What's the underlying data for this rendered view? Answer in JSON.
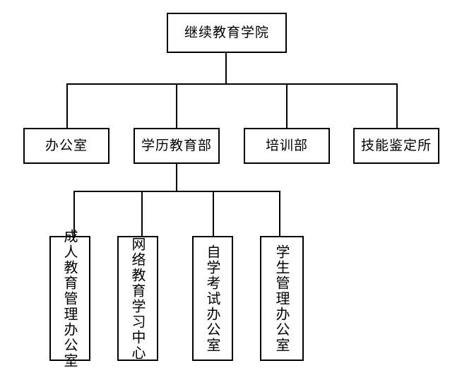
{
  "diagram": {
    "title": "继续教育学院组织机构图",
    "type": "organizational-chart",
    "orientation": "top-down",
    "line_color": "#000000",
    "box_fill": "#ffffff",
    "text_color": "#000000"
  },
  "root": {
    "label": "继续教育学院",
    "text_direction": "horizontal"
  },
  "level2": {
    "nodes": [
      {
        "label": "办公室",
        "text_direction": "horizontal"
      },
      {
        "label": "学历教育部",
        "text_direction": "horizontal"
      },
      {
        "label": "培训部",
        "text_direction": "horizontal"
      },
      {
        "label": "技能鉴定所",
        "text_direction": "horizontal"
      }
    ]
  },
  "level3": {
    "parent": "学历教育部",
    "nodes": [
      {
        "label": "成人教育管理办公室",
        "text_direction": "vertical"
      },
      {
        "label": "网络教育学习中心",
        "text_direction": "vertical"
      },
      {
        "label": "自学考试办公室",
        "text_direction": "vertical"
      },
      {
        "label": "学生管理办公室",
        "text_direction": "vertical"
      }
    ]
  }
}
